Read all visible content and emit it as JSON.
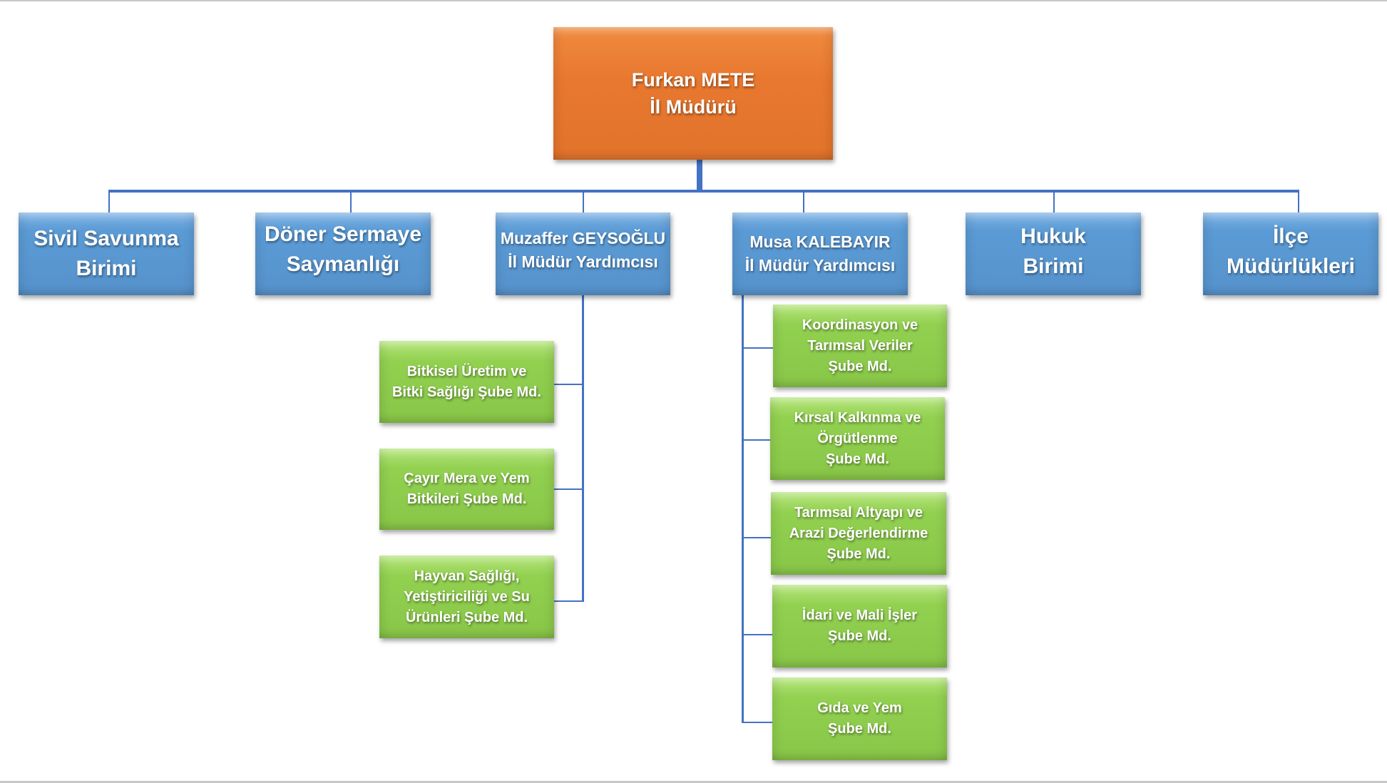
{
  "diagram": {
    "type": "org-chart",
    "colors": {
      "top_node": "#e8792f",
      "level1_nodes": "#5b9bd5",
      "level2_nodes": "#92d050",
      "connectors": "#4472c4",
      "text": "#ffffff"
    },
    "root": {
      "name": "Furkan METE",
      "title": "İl Müdürü"
    },
    "level1": [
      {
        "line1": "Sivil Savunma",
        "line2": "Birimi"
      },
      {
        "line1": "Döner Sermaye",
        "line2": "Saymanlığı"
      },
      {
        "line1": "Muzaffer GEYSOĞLU",
        "line2": "İl Müdür Yardımcısı"
      },
      {
        "line1": "Musa KALEBAYIR",
        "line2": "İl Müdür Yardımcısı"
      },
      {
        "line1": "Hukuk",
        "line2": "Birimi"
      },
      {
        "line1": "İlçe",
        "line2": "Müdürlükleri"
      }
    ],
    "muzaffer_units": [
      {
        "lines": [
          "Bitkisel Üretim ve",
          "Bitki Sağlığı Şube Md."
        ]
      },
      {
        "lines": [
          "Çayır Mera ve Yem",
          "Bitkileri Şube Md."
        ]
      },
      {
        "lines": [
          "Hayvan Sağlığı,",
          "Yetiştiriciliği ve Su",
          "Ürünleri Şube Md."
        ]
      }
    ],
    "musa_units": [
      {
        "lines": [
          "Koordinasyon ve",
          "Tarımsal Veriler",
          "Şube Md."
        ]
      },
      {
        "lines": [
          "Kırsal Kalkınma ve",
          "Örgütlenme",
          "Şube Md."
        ]
      },
      {
        "lines": [
          "Tarımsal Altyapı ve",
          "Arazi Değerlendirme",
          "Şube Md."
        ]
      },
      {
        "lines": [
          "İdari ve Mali İşler",
          "Şube Md."
        ]
      },
      {
        "lines": [
          "Gıda ve Yem",
          "Şube Md."
        ]
      }
    ]
  }
}
